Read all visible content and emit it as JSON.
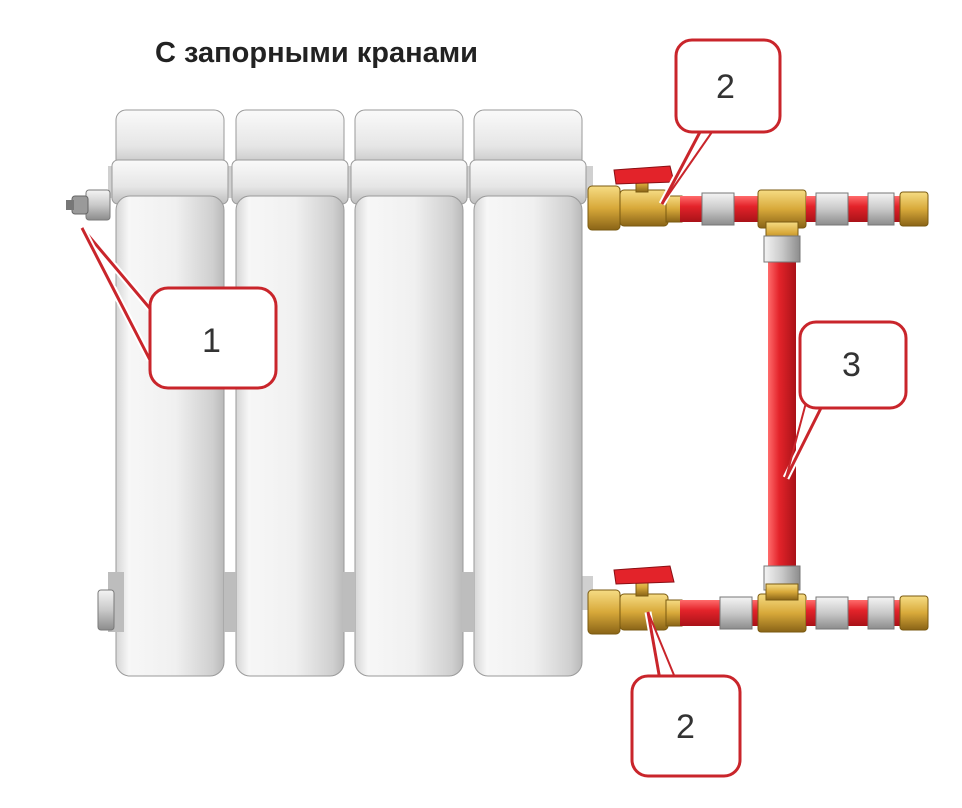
{
  "diagram": {
    "title": "С запорными кранами",
    "callouts": [
      {
        "id": "1",
        "label": "1"
      },
      {
        "id": "2-top",
        "label": "2"
      },
      {
        "id": "2-bottom",
        "label": "2"
      },
      {
        "id": "3",
        "label": "3"
      }
    ],
    "colors": {
      "pipe_red": "#e3232a",
      "callout_border": "#c9252b",
      "radiator_white": "#f2f2f2",
      "radiator_shade": "#c8c8c8",
      "brass": "#d8a93a",
      "text": "#222222"
    },
    "icons": [
      "radiator-section",
      "air-vent-valve",
      "ball-valve",
      "tee-fitting",
      "bypass-pipe"
    ]
  }
}
